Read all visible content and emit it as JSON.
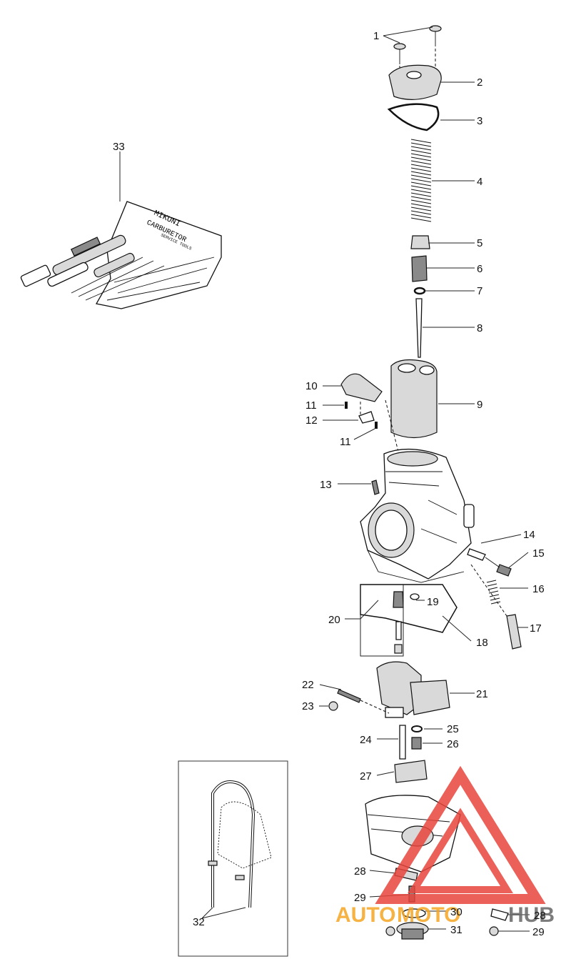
{
  "callouts": [
    "1",
    "2",
    "3",
    "4",
    "5",
    "6",
    "7",
    "8",
    "9",
    "10",
    "11",
    "11",
    "12",
    "13",
    "14",
    "15",
    "16",
    "17",
    "18",
    "19",
    "20",
    "21",
    "22",
    "23",
    "24",
    "25",
    "26",
    "27",
    "28",
    "28",
    "29",
    "29",
    "30",
    "31",
    "32",
    "33"
  ],
  "tool_kit_label": [
    "MIKUNI",
    "CARBURETOR",
    "SERVICE TOOLS"
  ],
  "watermark": {
    "brand_left": "AUTO",
    "brand_mid": "MOTO",
    "brand_right": "HUB",
    "colors": {
      "triangle": "#e8453c",
      "text_orange": "#f5a623",
      "text_gray": "#666666"
    }
  }
}
